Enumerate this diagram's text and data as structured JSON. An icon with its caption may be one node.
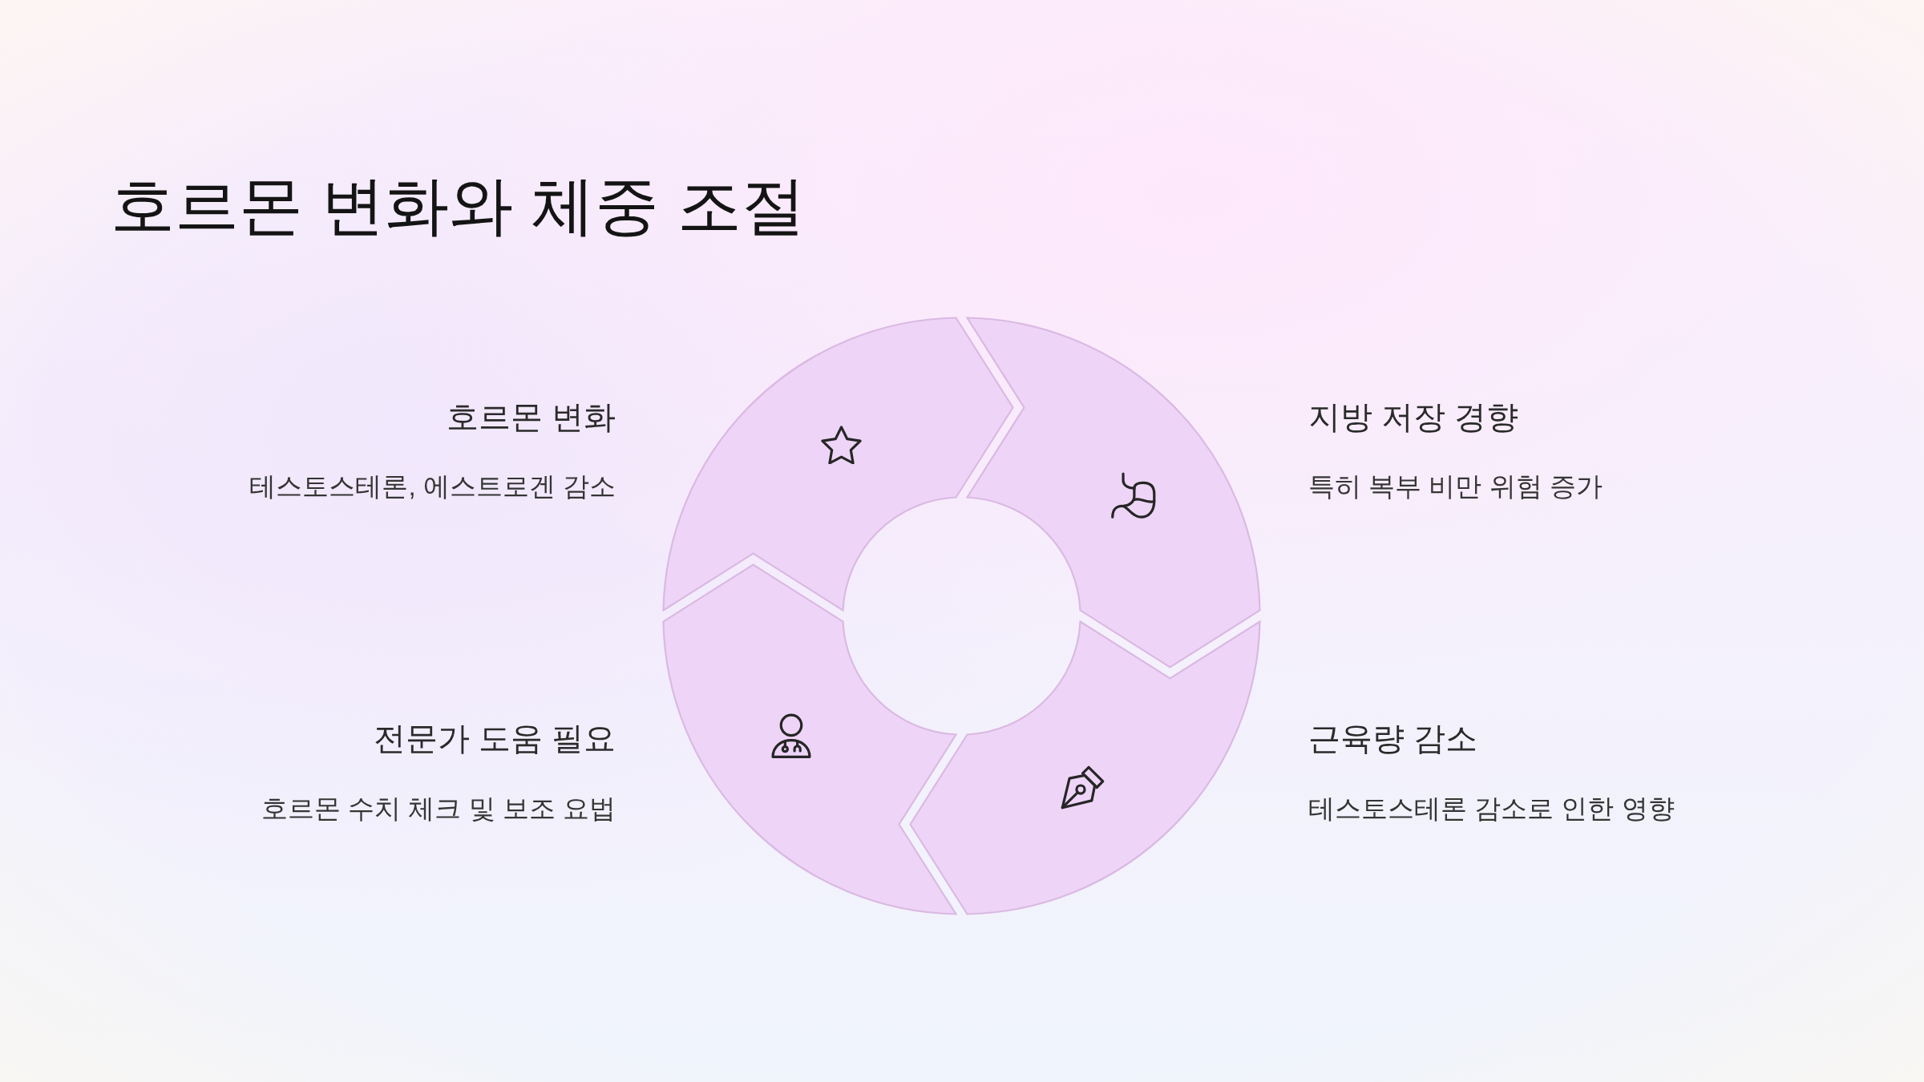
{
  "diagram": {
    "title": "호르몬 변화와 체중 조절",
    "nodes": [
      {
        "text": [],
        "shape": "arc",
        "beside": [
          "호르몬 변화",
          "테스토스테론, 에스트로겐 감소"
        ]
      },
      {
        "text": [],
        "shape": "arc",
        "beside": [
          "지방 저장 경향",
          "특히 복부 비만 위험 증가"
        ]
      },
      {
        "text": [],
        "shape": "arc",
        "beside": [
          "근육량 감소",
          "테스토스테론 감소로 인한 영향"
        ]
      },
      {
        "text": [],
        "shape": "arc",
        "beside": [
          "전문가 도움 필요",
          "호르몬 수치 체크 및 보조 요법"
        ]
      }
    ]
  }
}
